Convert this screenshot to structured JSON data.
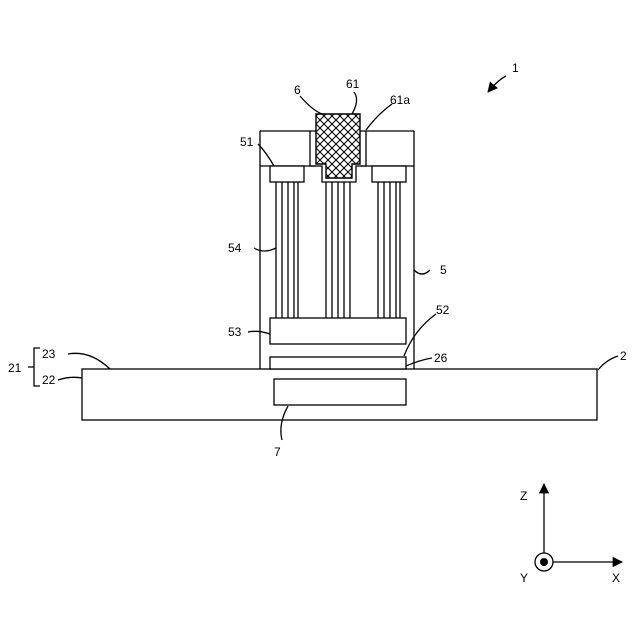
{
  "labels": {
    "device": "1",
    "base": "2",
    "l21": "21",
    "l22": "22",
    "l23": "23",
    "l26": "26",
    "housing": "5",
    "l51": "51",
    "l52": "52",
    "l53": "53",
    "l54": "54",
    "l6": "6",
    "l61": "61",
    "l61a": "61a",
    "l7": "7"
  },
  "axes": {
    "z": "Z",
    "y": "Y",
    "x": "X"
  }
}
